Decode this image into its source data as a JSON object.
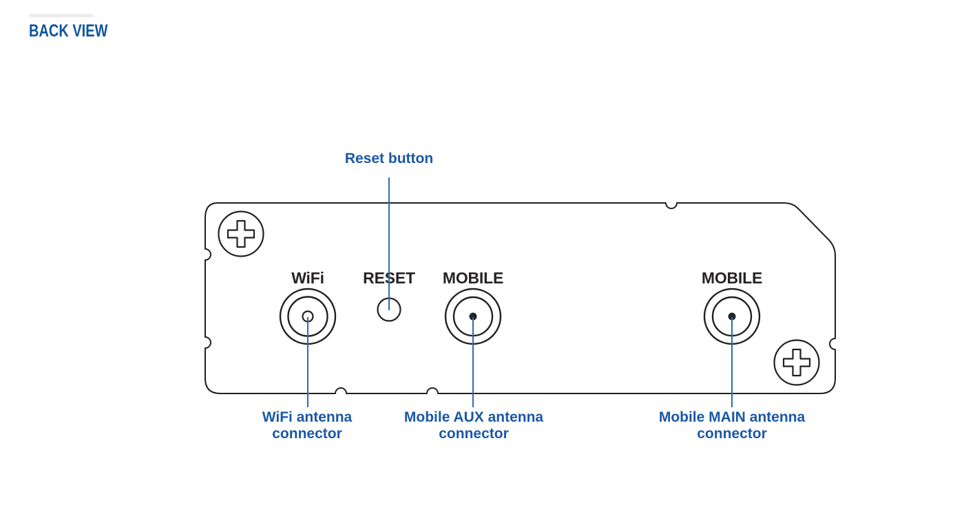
{
  "header": {
    "title": "BACK VIEW"
  },
  "panel_labels": {
    "wifi": "WiFi",
    "reset": "RESET",
    "mobile_aux": "MOBILE",
    "mobile_main": "MOBILE"
  },
  "callouts": {
    "reset": {
      "label": "Reset button"
    },
    "wifi": {
      "line1": "WiFi antenna",
      "line2": "connector"
    },
    "mobile_aux": {
      "line1": "Mobile AUX antenna",
      "line2": "connector"
    },
    "mobile_main": {
      "line1": "Mobile MAIN antenna",
      "line2": "connector"
    }
  },
  "icons": {
    "screws": "phillips-screw-icon",
    "connectors": "coax-antenna-connector-icon",
    "reset_hole": "reset-pinhole-icon"
  },
  "colors": {
    "heading_blue": "#0f559e",
    "callout_text_blue": "#1b58a6",
    "callout_line_blue": "#2e6cab",
    "outline_dark": "#231f20",
    "background": "#ffffff"
  }
}
